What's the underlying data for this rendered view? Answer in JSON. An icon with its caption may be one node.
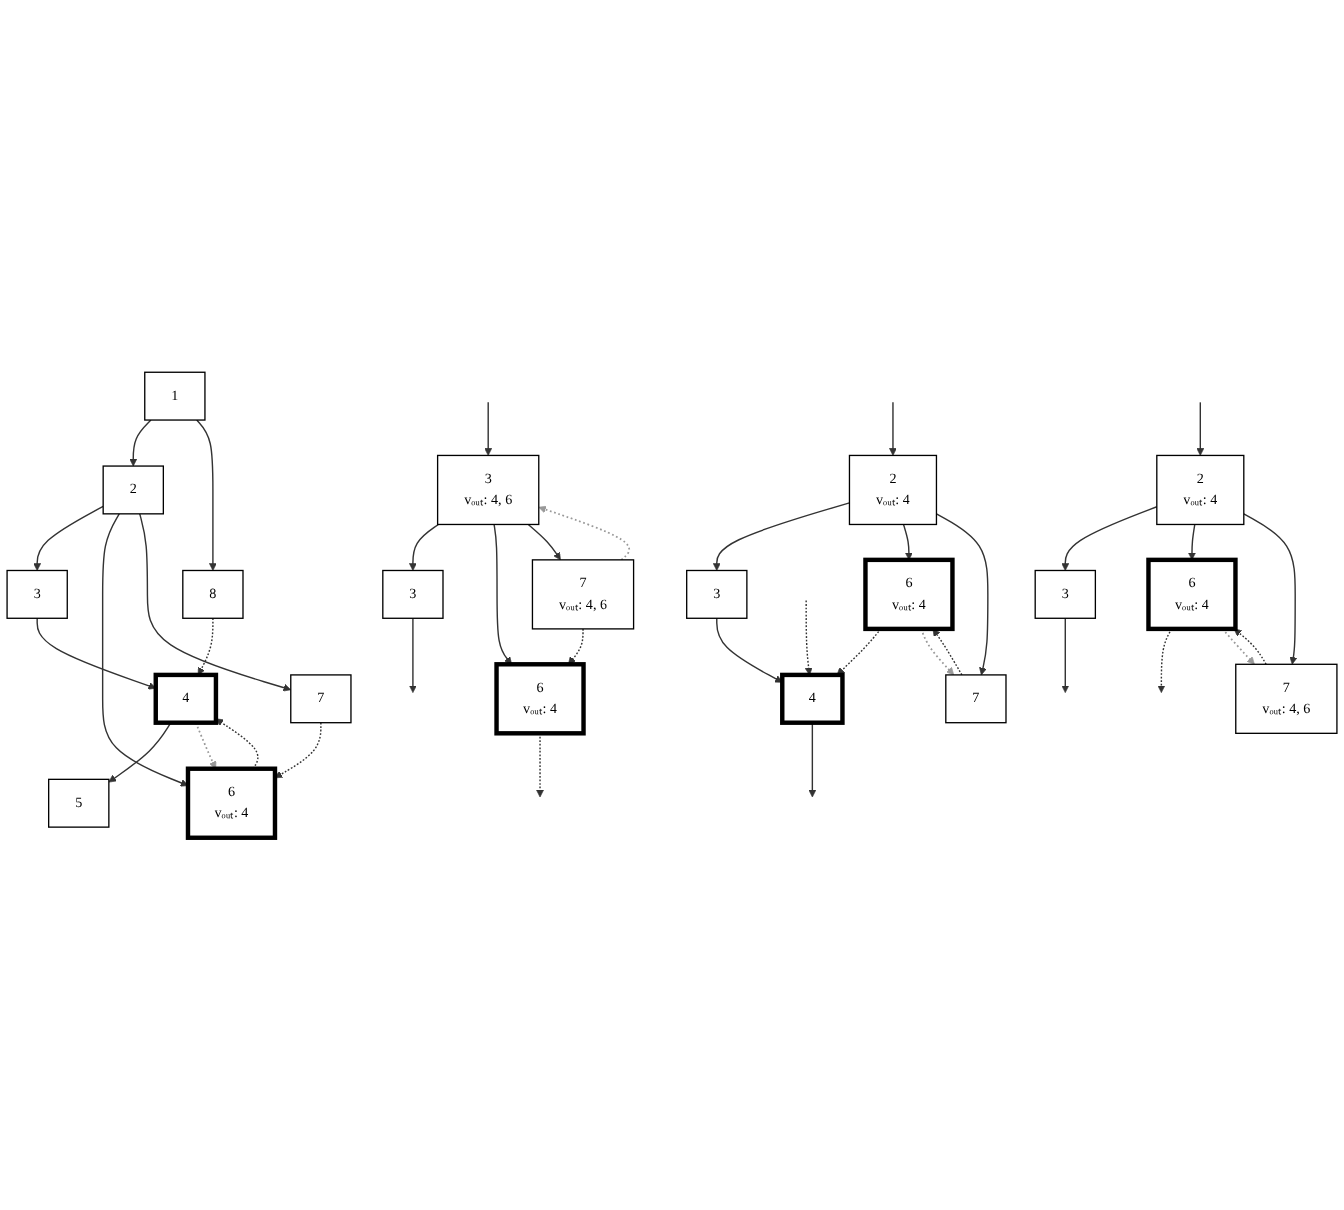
{
  "diagram": {
    "nodes": [
      {
        "text": [
          "1"
        ]
      },
      {
        "text": [
          "2"
        ]
      },
      {
        "text": [
          "8"
        ]
      },
      {
        "text": [
          "3"
        ]
      },
      {
        "text": [
          "6",
          "vₒᵤₜ: 4"
        ]
      },
      {
        "text": [
          "7"
        ]
      },
      {
        "text": [
          "4"
        ]
      },
      {
        "text": [
          "5"
        ]
      },
      {
        "text": [
          "3",
          "vₒᵤₜ: 4, 6"
        ]
      },
      {
        "text": [
          "3"
        ]
      },
      {
        "text": [
          "6",
          "vₒᵤₜ: 4"
        ]
      },
      {
        "text": [
          "7",
          "vₒᵤₜ: 4, 6"
        ]
      },
      {
        "text": [
          "2",
          "vₒᵤₜ: 4"
        ]
      },
      {
        "text": [
          "3"
        ]
      },
      {
        "text": [
          "6",
          "vₒᵤₜ: 4"
        ]
      },
      {
        "text": [
          "7"
        ]
      },
      {
        "text": [
          "4"
        ]
      },
      {
        "text": [
          "2",
          "vₒᵤₜ: 4"
        ]
      },
      {
        "text": [
          "3"
        ]
      },
      {
        "text": [
          "6",
          "vₒᵤₜ: 4"
        ]
      },
      {
        "text": [
          "7",
          "vₒᵤₜ: 4, 6"
        ]
      }
    ],
    "edges": [
      {
        "from": 0,
        "to": 1,
        "arrow": "to"
      },
      {
        "from": 0,
        "to": 2,
        "arrow": "to"
      },
      {
        "from": 1,
        "to": 3,
        "arrow": "to"
      },
      {
        "from": 1,
        "to": 4,
        "arrow": "to"
      },
      {
        "from": 1,
        "to": 5,
        "arrow": "to"
      },
      {
        "from": 3,
        "to": 6,
        "arrow": "to"
      },
      {
        "from": 6,
        "to": 7,
        "arrow": "to"
      },
      {
        "from": 5,
        "to": 4,
        "arrow": "to",
        "style": "dashed"
      },
      {
        "from": 4,
        "to": 6,
        "arrow": "to",
        "style": "dashed"
      },
      {
        "from": 2,
        "to": 6,
        "arrow": "to",
        "style": "dashed"
      },
      {
        "from": 6,
        "to": 4,
        "arrow": "to",
        "style": "dashed",
        "color": "#999999"
      },
      {
        "from": null,
        "to": 8,
        "arrow": "to"
      },
      {
        "from": 8,
        "to": 9,
        "arrow": "to"
      },
      {
        "from": 8,
        "to": 10,
        "arrow": "to"
      },
      {
        "from": 8,
        "to": 11,
        "arrow": "to"
      },
      {
        "from": 9,
        "to": null,
        "arrow": "to"
      },
      {
        "from": 11,
        "to": 10,
        "arrow": "to",
        "style": "dashed"
      },
      {
        "from": 10,
        "to": null,
        "arrow": "to",
        "style": "dashed"
      },
      {
        "from": 11,
        "to": 8,
        "arrow": "to",
        "style": "dashed",
        "color": "#999999"
      },
      {
        "from": null,
        "to": 12,
        "arrow": "to"
      },
      {
        "from": 12,
        "to": 13,
        "arrow": "to"
      },
      {
        "from": 12,
        "to": 14,
        "arrow": "to"
      },
      {
        "from": 12,
        "to": 15,
        "arrow": "to"
      },
      {
        "from": 13,
        "to": 16,
        "arrow": "to"
      },
      {
        "from": 16,
        "to": null,
        "arrow": "to"
      },
      {
        "from": 15,
        "to": 14,
        "arrow": "to",
        "style": "dashed"
      },
      {
        "from": 14,
        "to": 16,
        "arrow": "to",
        "style": "dashed"
      },
      {
        "from": null,
        "to": 16,
        "arrow": "to",
        "style": "dashed"
      },
      {
        "from": 14,
        "to": 15,
        "arrow": "to",
        "style": "dashed",
        "color": "#999999"
      },
      {
        "from": null,
        "to": 17,
        "arrow": "to"
      },
      {
        "from": 17,
        "to": 18,
        "arrow": "to"
      },
      {
        "from": 17,
        "to": 19,
        "arrow": "to"
      },
      {
        "from": 17,
        "to": 20,
        "arrow": "to"
      },
      {
        "from": 18,
        "to": null,
        "arrow": "to"
      },
      {
        "from": 20,
        "to": 19,
        "arrow": "to",
        "style": "dashed"
      },
      {
        "from": 19,
        "to": null,
        "arrow": "to",
        "style": "dashed"
      },
      {
        "from": 19,
        "to": 20,
        "arrow": "to",
        "style": "dashed",
        "color": "#999999"
      }
    ]
  }
}
